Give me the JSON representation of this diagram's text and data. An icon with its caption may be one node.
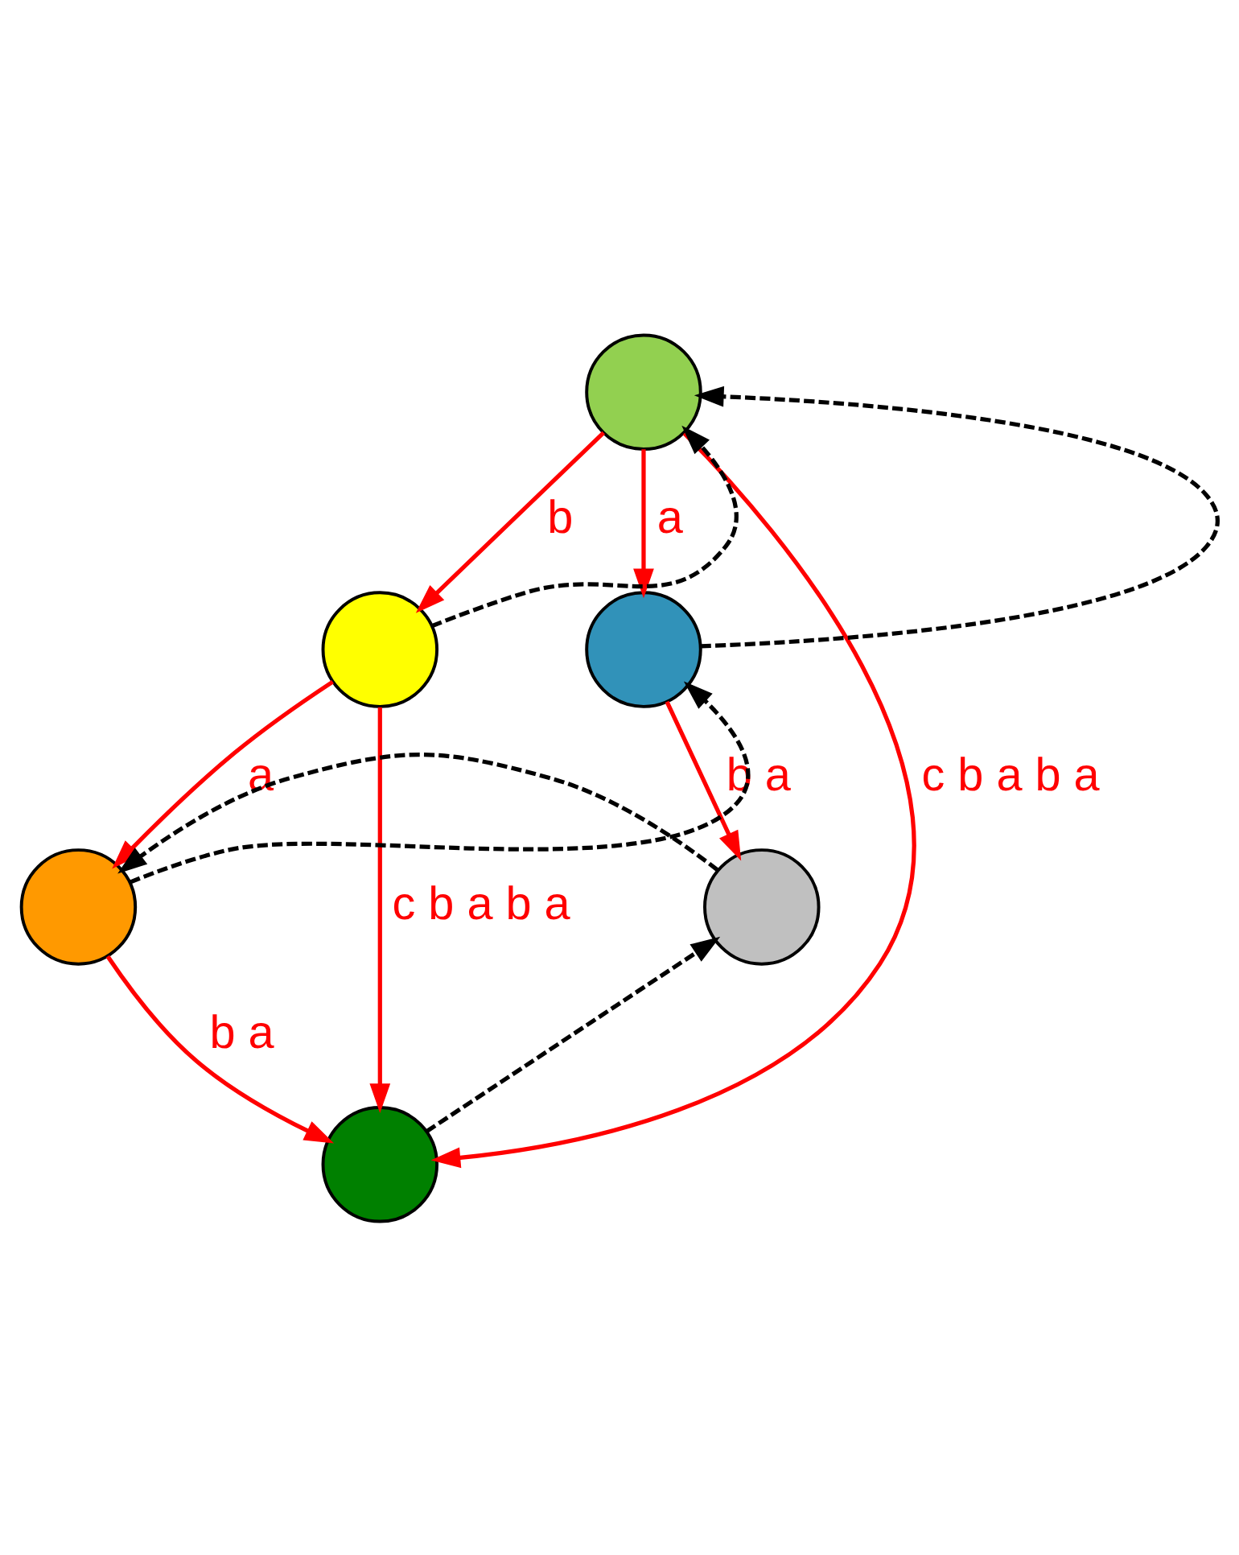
{
  "diagram": {
    "nodes": [
      {
        "text": [],
        "shape": "circle"
      },
      {
        "text": [],
        "shape": "circle"
      },
      {
        "text": [],
        "shape": "circle"
      },
      {
        "text": [],
        "shape": "circle"
      },
      {
        "text": [],
        "shape": "circle"
      },
      {
        "text": [],
        "shape": "circle"
      }
    ],
    "edges": [
      {
        "from": 0,
        "to": 1,
        "arrow": "to",
        "label": "b"
      },
      {
        "from": 0,
        "to": 2,
        "arrow": "to",
        "label": "a"
      },
      {
        "from": 1,
        "to": 3,
        "arrow": "to",
        "label": "a"
      },
      {
        "from": 2,
        "to": 4,
        "arrow": "to",
        "label": "b a"
      },
      {
        "from": 3,
        "to": 5,
        "arrow": "to",
        "label": "b a"
      },
      {
        "from": 1,
        "to": 5,
        "arrow": "to",
        "label": "c b a b a"
      },
      {
        "from": 0,
        "to": 5,
        "arrow": "to",
        "label": "c b a b a"
      },
      {
        "from": 1,
        "to": 0,
        "arrow": "to",
        "style": "dashed",
        "color": "#000000"
      },
      {
        "from": 2,
        "to": 0,
        "arrow": "to",
        "style": "dashed",
        "color": "#000000"
      },
      {
        "from": 3,
        "to": 2,
        "arrow": "to",
        "style": "dashed",
        "color": "#000000"
      },
      {
        "from": 4,
        "to": 3,
        "arrow": "to",
        "style": "dashed",
        "color": "#000000"
      },
      {
        "from": 5,
        "to": 4,
        "arrow": "to",
        "style": "dashed",
        "color": "#000000"
      }
    ]
  }
}
